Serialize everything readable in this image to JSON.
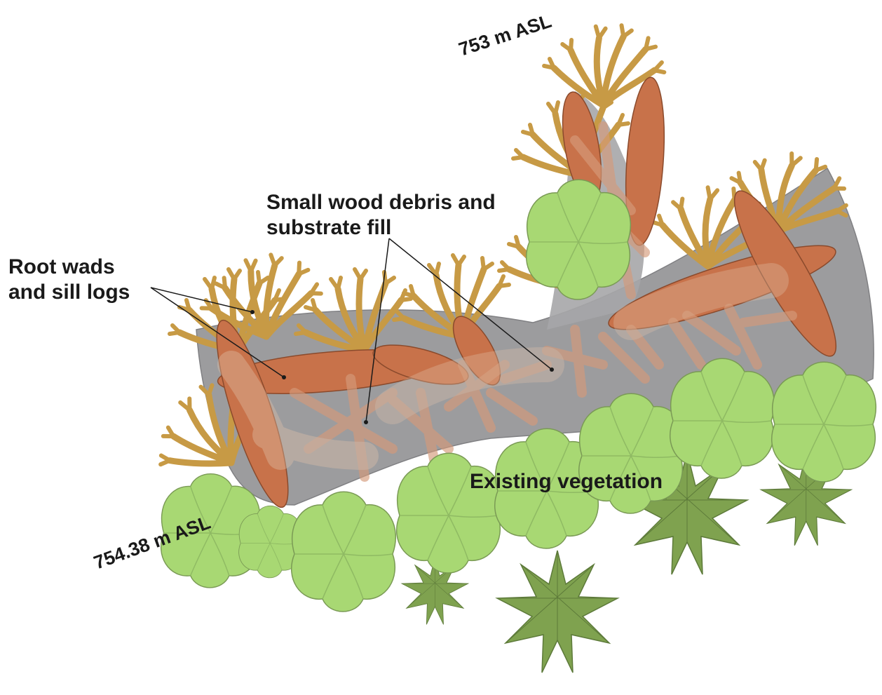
{
  "labels": {
    "elevation_top": "753 m ASL",
    "elevation_bottom": "754.38 m ASL",
    "small_wood_line1": "Small wood debris and",
    "small_wood_line2": "substrate fill",
    "root_wads_line1": "Root wads",
    "root_wads_line2": "and sill logs",
    "vegetation": "Existing vegetation"
  },
  "colors": {
    "background": "#ffffff",
    "channel_fill": "#9c9c9e",
    "log": "#c8724a",
    "log_light": "#d59a7a",
    "root": "#c79a45",
    "shrub": "#a8d873",
    "conifer": "#7fa24f",
    "text": "#1a1a1a"
  }
}
